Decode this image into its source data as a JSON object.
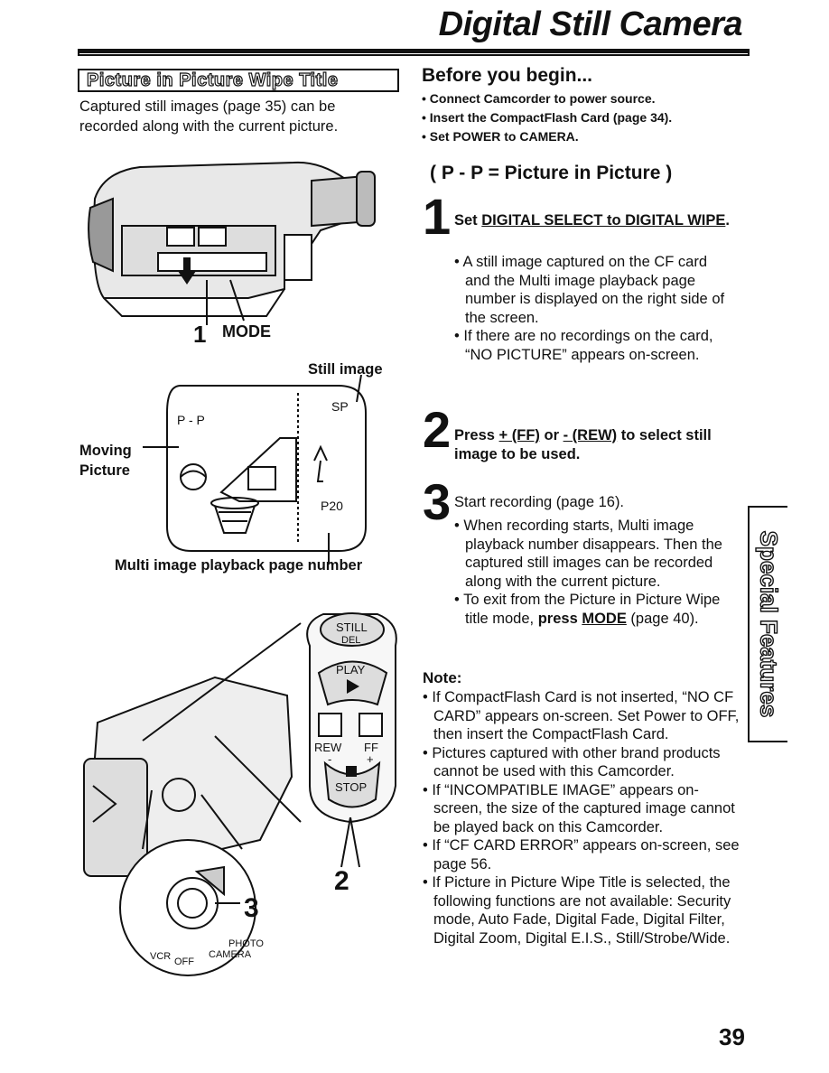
{
  "header": {
    "title": "Digital Still Camera"
  },
  "section": {
    "title": "Picture in Picture Wipe Title",
    "intro": "Captured still images (page 35) can be recorded along with the current picture."
  },
  "before": {
    "title": "Before you begin...",
    "items": [
      "Connect Camcorder to power source.",
      "Insert the CompactFlash Card (page 34).",
      "Set POWER to CAMERA."
    ]
  },
  "pp_title": "( P - P = Picture in Picture )",
  "steps": [
    {
      "num": "1",
      "text_prefix": "Set ",
      "text_underlined": "DIGITAL SELECT to DIGITAL WIPE",
      "text_suffix": ".",
      "bullets": [
        "A still image captured on the CF card and the Multi image playback page number is displayed on the right side of the screen.",
        "If there are no recordings on the card, “NO PICTURE” appears on-screen."
      ]
    },
    {
      "num": "2",
      "press": "Press ",
      "ff": "+ (FF)",
      "or": " or ",
      "rew": "- (REW)",
      "rest": " to select still image to be used."
    },
    {
      "num": "3",
      "text": "Start recording (page 16).",
      "bullet1": "When recording starts, Multi image playback number disappears. Then the captured still images can be recorded along with the current picture.",
      "bullet2_prefix": "To exit from the Picture in Picture Wipe title mode, ",
      "bullet2_bold": "press ",
      "bullet2_mode": "MODE",
      "bullet2_suffix": " (page 40)."
    }
  ],
  "note": {
    "title": "Note:",
    "items": [
      "If CompactFlash Card is not inserted, “NO CF CARD” appears on-screen. Set Power to OFF, then insert the CompactFlash Card.",
      "Pictures captured with other brand products cannot be used with this Camcorder.",
      "If “INCOMPATIBLE IMAGE” appears on-screen, the size of the captured image cannot be played back on this Camcorder.",
      "If “CF CARD ERROR” appears on-screen, see page 56.",
      "If Picture in Picture Wipe Title is selected, the following functions are not available: Security mode, Auto Fade, Digital Fade, Digital Filter, Digital Zoom, Digital E.I.S., Still/Strobe/Wide."
    ]
  },
  "side_tab": "Special Features",
  "figure": {
    "mode_label": "MODE",
    "mode_num": "1",
    "still_image_label": "Still image",
    "moving_picture_label": "Moving Picture",
    "pp": "P - P",
    "sp": "SP",
    "p20": "P20",
    "multi_label": "Multi image playback page number",
    "still_btn": "STILL",
    "del_btn": "DEL",
    "play": "PLAY",
    "rew": "REW",
    "ff": "FF",
    "stop": "STOP",
    "minus": "-",
    "plus": "+",
    "num2": "2",
    "num3": "3",
    "vcr": "VCR",
    "off": "OFF",
    "camera": "CAMERA",
    "photo": "PHOTO"
  },
  "page_number": "39"
}
